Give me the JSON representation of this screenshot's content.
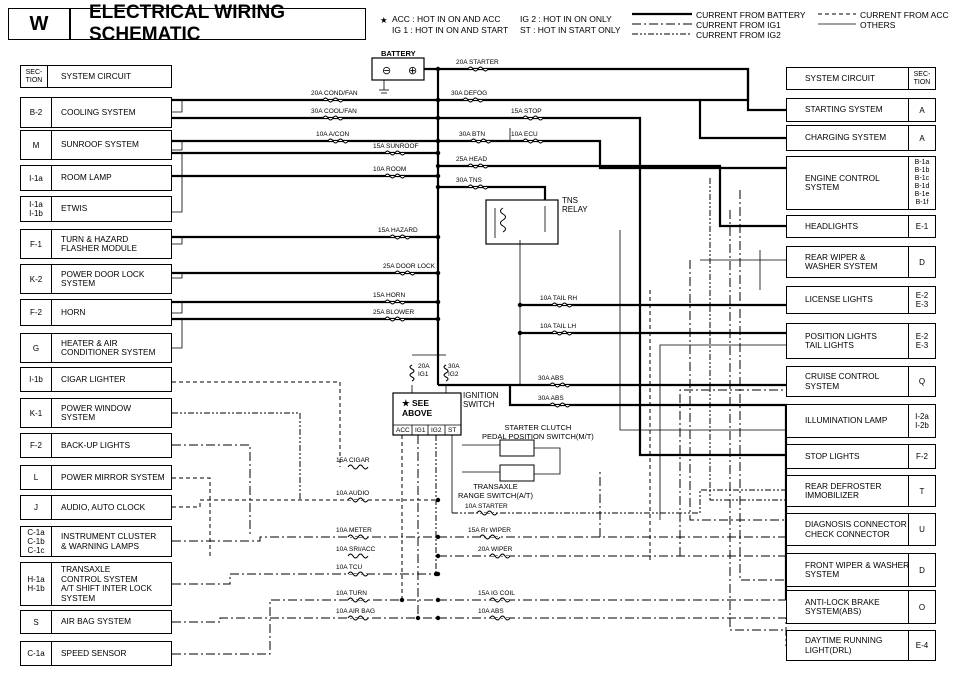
{
  "header": {
    "section": "W",
    "title": "ELECTRICAL WIRING SCHEMATIC",
    "legend_star": "★",
    "legend_col1": [
      "ACC : HOT IN ON AND ACC",
      "IG 1 : HOT IN ON AND START"
    ],
    "legend_col2": [
      "IG 2 : HOT IN ON ONLY",
      "ST : HOT IN START ONLY"
    ],
    "legend_lines": [
      "CURRENT FROM BATTERY",
      "CURRENT FROM IG1",
      "CURRENT FROM IG2"
    ],
    "legend_lines2": [
      "CURRENT FROM ACC",
      "OTHERS"
    ]
  },
  "left_header": {
    "code": "SEC-\nTION",
    "label": "SYSTEM CIRCUIT"
  },
  "right_header": {
    "code": "SEC-\nTION",
    "label": "SYSTEM CIRCUIT"
  },
  "left_systems": [
    {
      "code": "B-2",
      "label": "COOLING SYSTEM"
    },
    {
      "code": "M",
      "label": "SUNROOF SYSTEM"
    },
    {
      "code": "I-1a",
      "label": "ROOM LAMP"
    },
    {
      "code": "I-1a\nI-1b",
      "label": "ETWIS"
    },
    {
      "code": "F-1",
      "label": "TURN & HAZARD\nFLASHER MODULE"
    },
    {
      "code": "K-2",
      "label": "POWER DOOR LOCK\nSYSTEM"
    },
    {
      "code": "F-2",
      "label": "HORN"
    },
    {
      "code": "G",
      "label": "HEATER & AIR\nCONDITIONER SYSTEM"
    },
    {
      "code": "I-1b",
      "label": "CIGAR LIGHTER"
    },
    {
      "code": "K-1",
      "label": "POWER WINDOW\nSYSTEM"
    },
    {
      "code": "F-2",
      "label": "BACK-UP LIGHTS"
    },
    {
      "code": "L",
      "label": "POWER MIRROR SYSTEM"
    },
    {
      "code": "J",
      "label": "AUDIO, AUTO CLOCK"
    },
    {
      "code": "C-1a\nC-1b\nC-1c",
      "label": "INSTRUMENT CLUSTER\n& WARNING LAMPS"
    },
    {
      "code": "H-1a\nH-1b",
      "label": "TRANSAXLE\nCONTROL SYSTEM\nA/T SHIFT INTER LOCK\nSYSTEM"
    },
    {
      "code": "S",
      "label": "AIR BAG SYSTEM"
    },
    {
      "code": "C-1a",
      "label": "SPEED SENSOR"
    }
  ],
  "right_systems": [
    {
      "code": "A",
      "label": "STARTING SYSTEM"
    },
    {
      "code": "A",
      "label": "CHARGING SYSTEM"
    },
    {
      "code": "B-1a\nB-1b\nB-1c\nB-1d\nB-1e\nB-1f",
      "label": "ENGINE CONTROL\nSYSTEM"
    },
    {
      "code": "E-1",
      "label": "HEADLIGHTS"
    },
    {
      "code": "D",
      "label": "REAR WIPER &\nWASHER SYSTEM"
    },
    {
      "code": "E-2\nE-3",
      "label": "LICENSE LIGHTS"
    },
    {
      "code": "E-2\nE-3",
      "label": "POSITION LIGHTS\nTAIL LIGHTS"
    },
    {
      "code": "Q",
      "label": "CRUISE CONTROL\nSYSTEM"
    },
    {
      "code": "I-2a\nI-2b",
      "label": "ILLUMINATION LAMP"
    },
    {
      "code": "F-2",
      "label": "STOP LIGHTS"
    },
    {
      "code": "T",
      "label": "REAR DEFROSTER\nIMMOBILIZER"
    },
    {
      "code": "U",
      "label": "DIAGNOSIS CONNECTOR\nCHECK CONNECTOR"
    },
    {
      "code": "D",
      "label": "FRONT WIPER & WASHER\nSYSTEM"
    },
    {
      "code": "O",
      "label": "ANTI-LOCK BRAKE\nSYSTEM(ABS)"
    },
    {
      "code": "E-4",
      "label": "DAYTIME RUNNING\nLIGHT(DRL)"
    }
  ],
  "fuses": [
    "20A STARTER",
    "20A COND/FAN",
    "30A DEFOG",
    "30A COOL/FAN",
    "15A STOP",
    "10A A/CON",
    "30A BTN",
    "10A ECU",
    "15A SUNROOF",
    "25A HEAD",
    "10A ROOM",
    "30A TNS",
    "15A HAZARD",
    "25A DOOR LOCK",
    "15A HORN",
    "25A BLOWER",
    "10A TAIL RH",
    "10A TAIL LH",
    "30A ABS",
    "30A ABS",
    "15A CIGAR",
    "10A AUDIO",
    "10A STARTER",
    "10A METER",
    "15A Rr WIPER",
    "10A SRI/ACC",
    "20A WIPER",
    "10A TCU",
    "10A TURN",
    "15A IG COIL",
    "10A AIR BAG",
    "10A ABS"
  ],
  "components": {
    "battery": "BATTERY",
    "tns_relay": "TNS\nRELAY",
    "ig1_fuse": "20A\nIG1",
    "ig2_fuse": "30A\nIG2",
    "ignition_switch": "IGNITION\nSWITCH",
    "see_above": "★ SEE\nABOVE",
    "switch_terms": [
      "ACC",
      "IG1",
      "IG2",
      "ST"
    ],
    "clutch_switch": "STARTER CLUTCH\nPEDAL POSITION SWITCH(M/T)",
    "range_switch": "TRANSAXLE\nRANGE SWITCH(A/T)"
  }
}
